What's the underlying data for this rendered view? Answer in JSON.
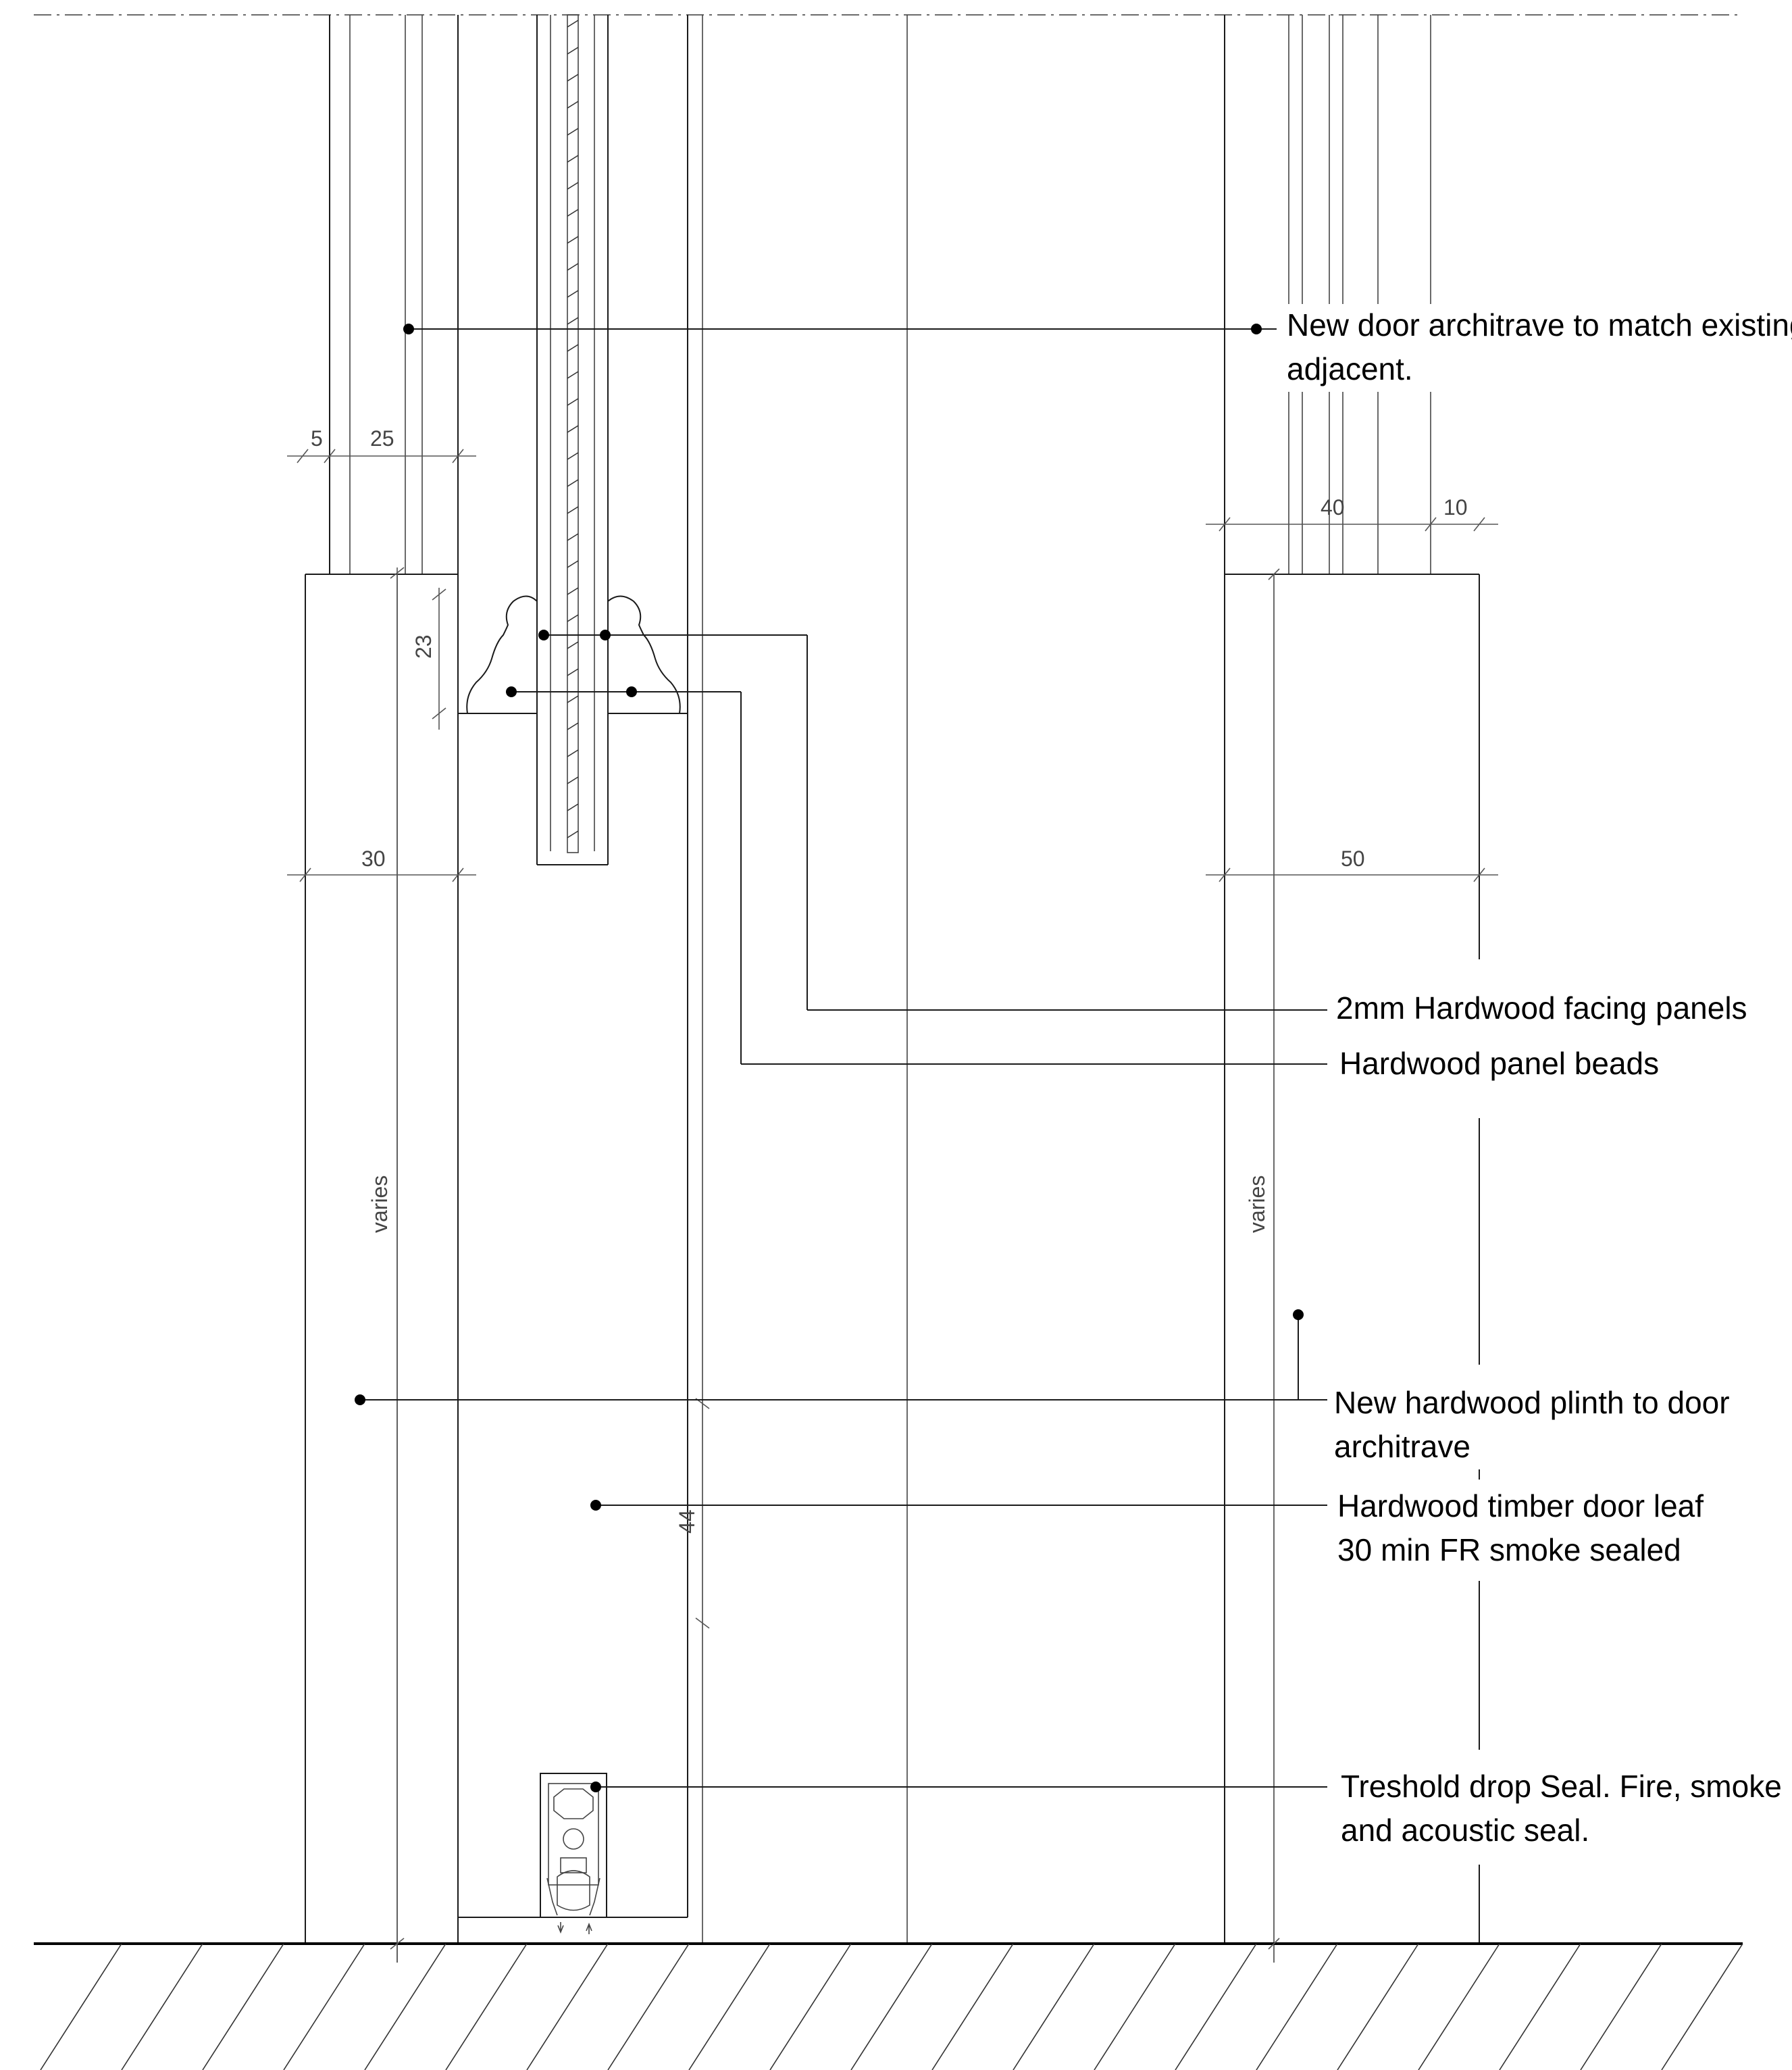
{
  "notes": {
    "architrave": [
      "New door architrave to match existing",
      "adjacent."
    ],
    "facing_panels": [
      "2mm Hardwood facing panels"
    ],
    "panel_beads": [
      "Hardwood panel beads"
    ],
    "plinth": [
      "New hardwood plinth to door",
      "architrave"
    ],
    "door_leaf": [
      "Hardwood timber door leaf",
      "30 min FR smoke sealed"
    ],
    "drop_seal": [
      "Treshold drop Seal. Fire, smoke",
      "and acoustic seal."
    ]
  },
  "dimensions": {
    "left_gap": "5",
    "left_architrave": "25",
    "left_plinth_projection": "23",
    "left_plinth": "30",
    "left_height": "varies",
    "right_architrave": "40",
    "right_gap": "10",
    "right_plinth": "50",
    "right_height": "varies",
    "door_leaf": "44"
  }
}
